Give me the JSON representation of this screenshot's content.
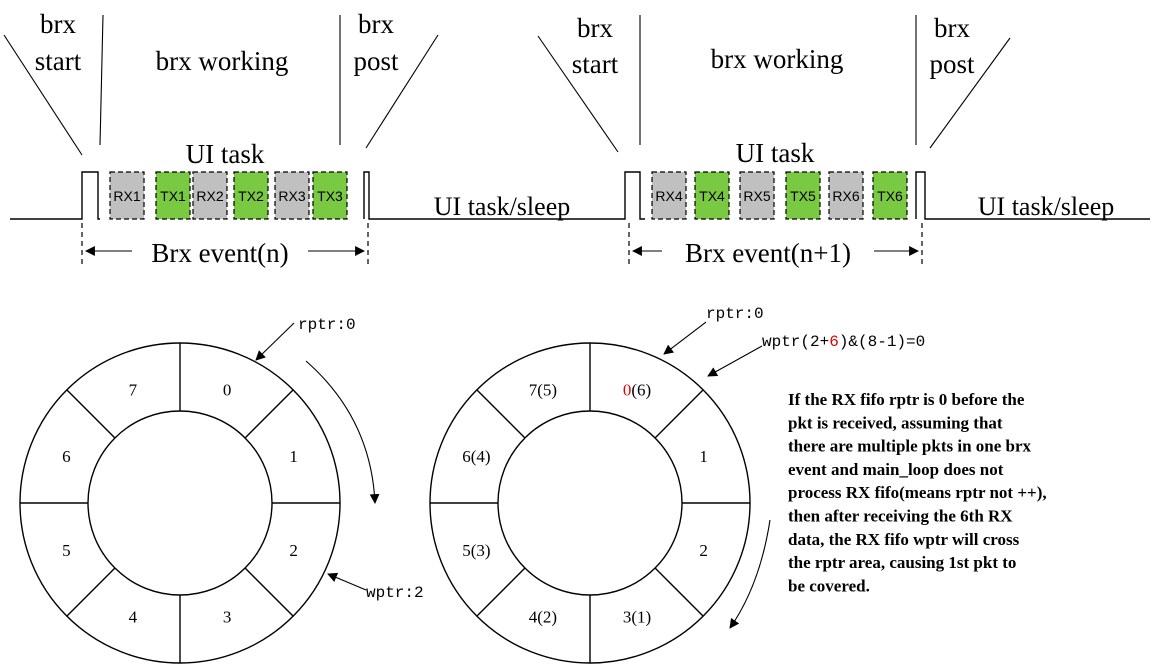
{
  "colors": {
    "rx_slot": "#c0c0c0",
    "tx_slot": "#7ac943",
    "highlight": "#e00000",
    "line": "#000000"
  },
  "timeline": {
    "events": [
      {
        "brx_start": [
          "brx",
          "start"
        ],
        "brx_working": "brx working",
        "brx_post": [
          "brx",
          "post"
        ],
        "ui_task_label": "UI task",
        "slots": [
          {
            "label": "RX1",
            "kind": "rx"
          },
          {
            "label": "TX1",
            "kind": "tx"
          },
          {
            "label": "RX2",
            "kind": "rx"
          },
          {
            "label": "TX2",
            "kind": "tx"
          },
          {
            "label": "RX3",
            "kind": "rx"
          },
          {
            "label": "TX3",
            "kind": "tx"
          }
        ],
        "after_label": "UI task/sleep",
        "span_label": "Brx event(n)"
      },
      {
        "brx_start": [
          "brx",
          "start"
        ],
        "brx_working": "brx working",
        "brx_post": [
          "brx",
          "post"
        ],
        "ui_task_label": "UI task",
        "slots": [
          {
            "label": "RX4",
            "kind": "rx"
          },
          {
            "label": "TX4",
            "kind": "tx"
          },
          {
            "label": "RX5",
            "kind": "rx"
          },
          {
            "label": "TX5",
            "kind": "tx"
          },
          {
            "label": "RX6",
            "kind": "rx"
          },
          {
            "label": "TX6",
            "kind": "tx"
          }
        ],
        "after_label": "UI task/sleep",
        "span_label": "Brx event(n+1)"
      }
    ]
  },
  "fifo_left": {
    "segments": [
      "0",
      "1",
      "2",
      "3",
      "4",
      "5",
      "6",
      "7"
    ],
    "highlight_index": 2,
    "rptr_label": "rptr:0",
    "wptr_label": "wptr:2"
  },
  "fifo_right": {
    "segments": [
      {
        "main": "0",
        "sub": "(6)"
      },
      {
        "main": "1",
        "sub": ""
      },
      {
        "main": "2",
        "sub": ""
      },
      {
        "main": "3",
        "sub": "(1)"
      },
      {
        "main": "4",
        "sub": "(2)"
      },
      {
        "main": "5",
        "sub": "(3)"
      },
      {
        "main": "6",
        "sub": "(4)"
      },
      {
        "main": "7",
        "sub": "(5)"
      }
    ],
    "highlight_index": 0,
    "rptr_label": "rptr:0",
    "wptr_label": {
      "prefix": "wptr(2+",
      "highlight": "6",
      "suffix": ")&(8-1)=0"
    }
  },
  "explanation": [
    "If the RX fifo rptr is 0 before the",
    "pkt is received, assuming that",
    "there are multiple pkts in one brx",
    "event and main_loop does not",
    "process RX fifo(means rptr not ++),",
    "then after receiving the 6th RX",
    "data, the RX fifo wptr will cross",
    "the rptr area, causing 1st pkt to",
    "be covered."
  ]
}
